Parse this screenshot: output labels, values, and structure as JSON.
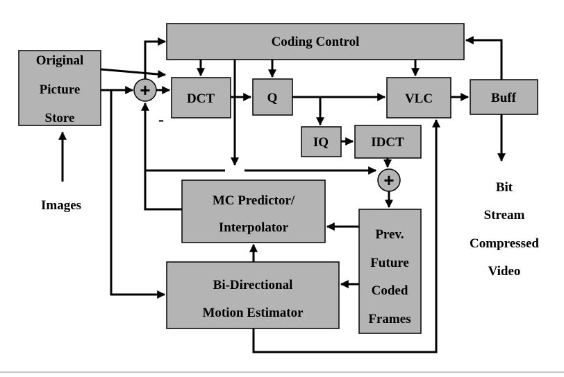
{
  "blocks": {
    "coding_control": "Coding Control",
    "original_picture_store": [
      "Original",
      "Picture",
      "Store"
    ],
    "dct": "DCT",
    "q": "Q",
    "vlc": "VLC",
    "buff": "Buff",
    "iq": "IQ",
    "idct": "IDCT",
    "mc_predictor": [
      "MC Predictor/",
      "Interpolator"
    ],
    "motion_estimator": [
      "Bi-Directional",
      "Motion Estimator"
    ],
    "frame_store": [
      "Prev.",
      "Future",
      "Coded",
      "Frames"
    ]
  },
  "labels": {
    "images": "Images",
    "output": [
      "Bit",
      "Stream",
      "Compressed",
      "Video"
    ]
  },
  "symbols": {
    "plus": "+",
    "minus": "-"
  },
  "colors": {
    "block_fill": "#b4b4b4",
    "line": "#000000"
  }
}
